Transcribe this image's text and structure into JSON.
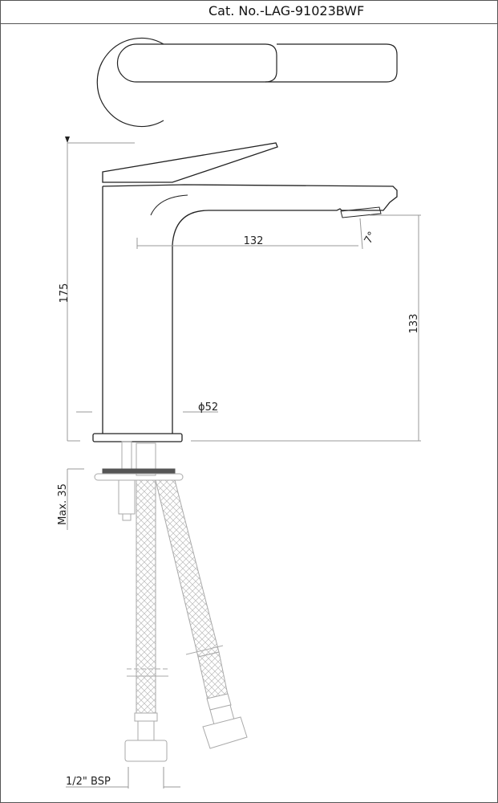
{
  "header": {
    "catalog_number": "Cat. No.-LAG-91023BWF"
  },
  "dimensions": {
    "total_height": "175",
    "spout_reach": "132",
    "spout_height": "133",
    "base_diameter": "ϕ52",
    "spout_angle": "7°",
    "max_deck_thickness": "Max. 35",
    "connection": "1/2\" BSP"
  },
  "colors": {
    "line": "#222222",
    "dim_line": "#999999",
    "hose": "#aaaaaa",
    "gasket": "#555555"
  }
}
